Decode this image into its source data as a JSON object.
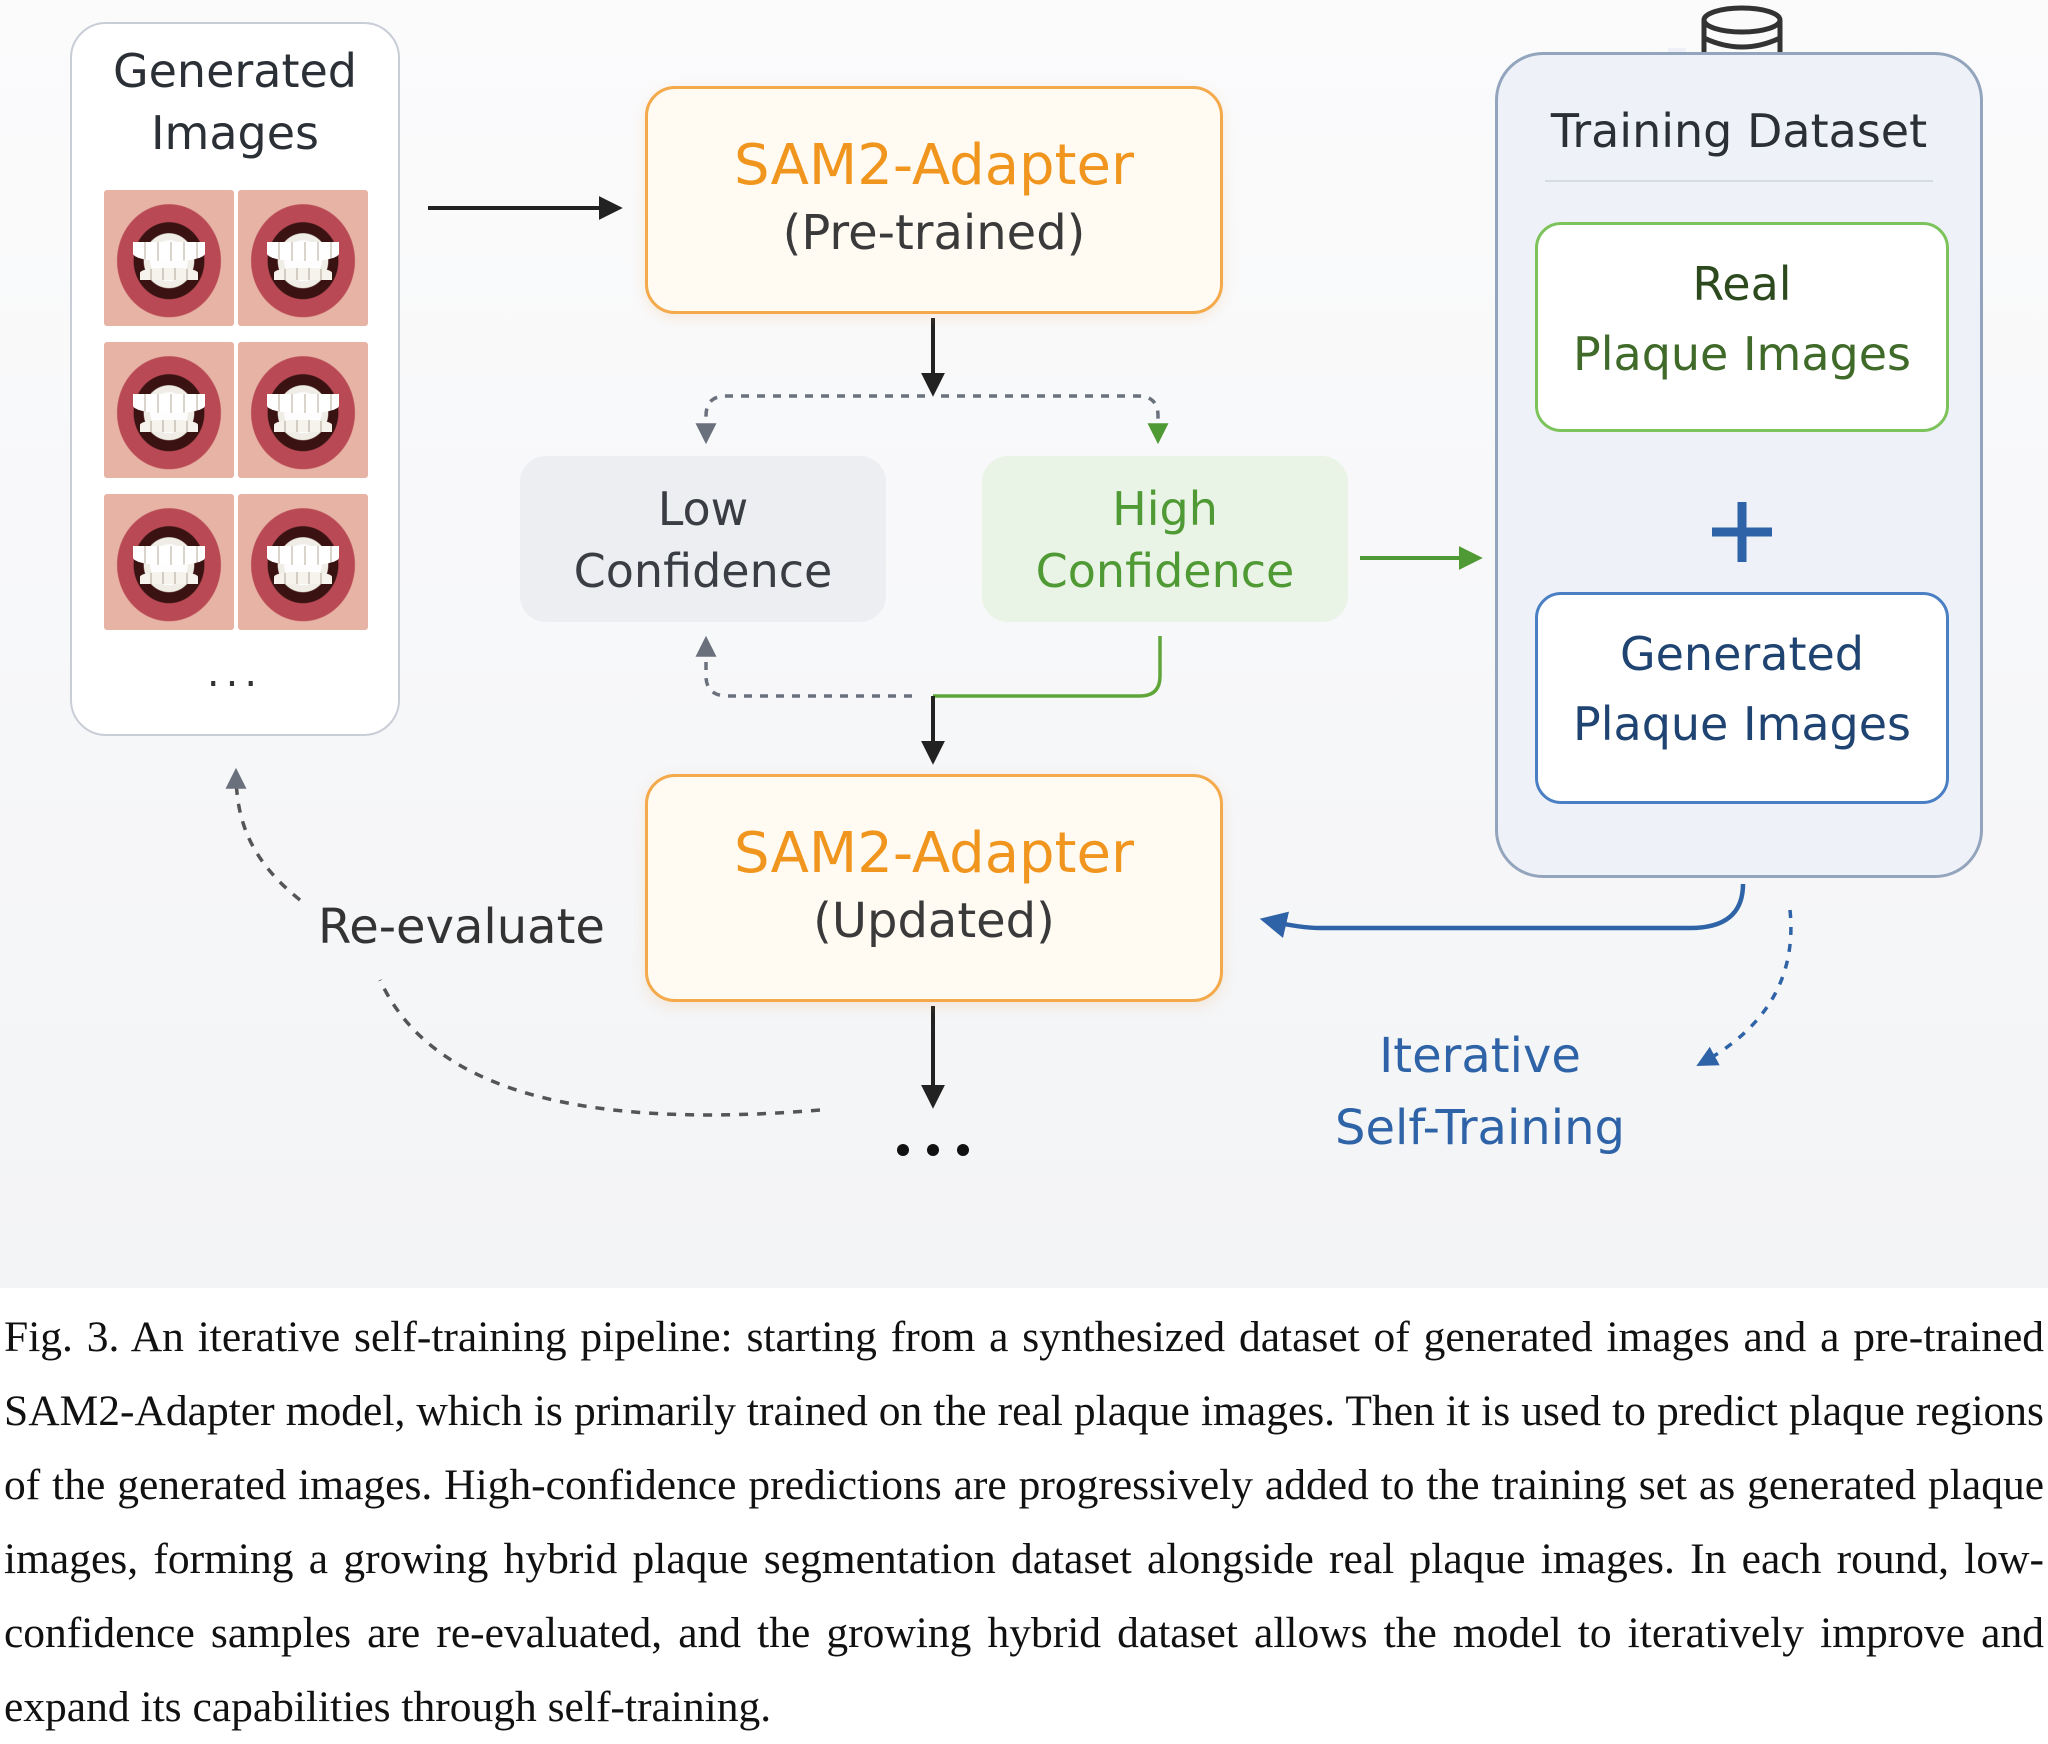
{
  "generated_images": {
    "title_line1": "Generated",
    "title_line2": "Images",
    "ellipsis": "..."
  },
  "model_pretrained": {
    "title": "SAM2-Adapter",
    "subtitle": "(Pre-trained)"
  },
  "low_confidence": {
    "line1": "Low",
    "line2": "Confidence"
  },
  "high_confidence": {
    "line1": "High",
    "line2": "Confidence"
  },
  "model_updated": {
    "title": "SAM2-Adapter",
    "subtitle": "(Updated)"
  },
  "training_dataset": {
    "title": "Training Dataset",
    "real": {
      "line1": "Real",
      "line2": "Plaque Images"
    },
    "plus": "+",
    "generated": {
      "line1": "Generated",
      "line2": "Plaque Images"
    }
  },
  "labels": {
    "reevaluate": "Re-evaluate",
    "iterative_line1": "Iterative",
    "iterative_line2": "Self-Training"
  },
  "caption": "Fig. 3. An iterative self-training pipeline: starting from a synthesized dataset of generated images and a pre-trained SAM2-Adapter model, which is primarily trained on the real plaque images. Then it is used to predict plaque regions of the generated images. High-confidence predictions are progressively added to the training set as generated plaque images, forming a growing hybrid plaque segmentation dataset alongside real plaque images. In each round, low-confidence samples are re-evaluated, and the growing hybrid dataset allows the model to iteratively improve and expand its capabilities through self-training.",
  "colors": {
    "orange": "#f0961f",
    "green": "#5fa63a",
    "blue": "#2f63a7",
    "dark": "#222222"
  }
}
